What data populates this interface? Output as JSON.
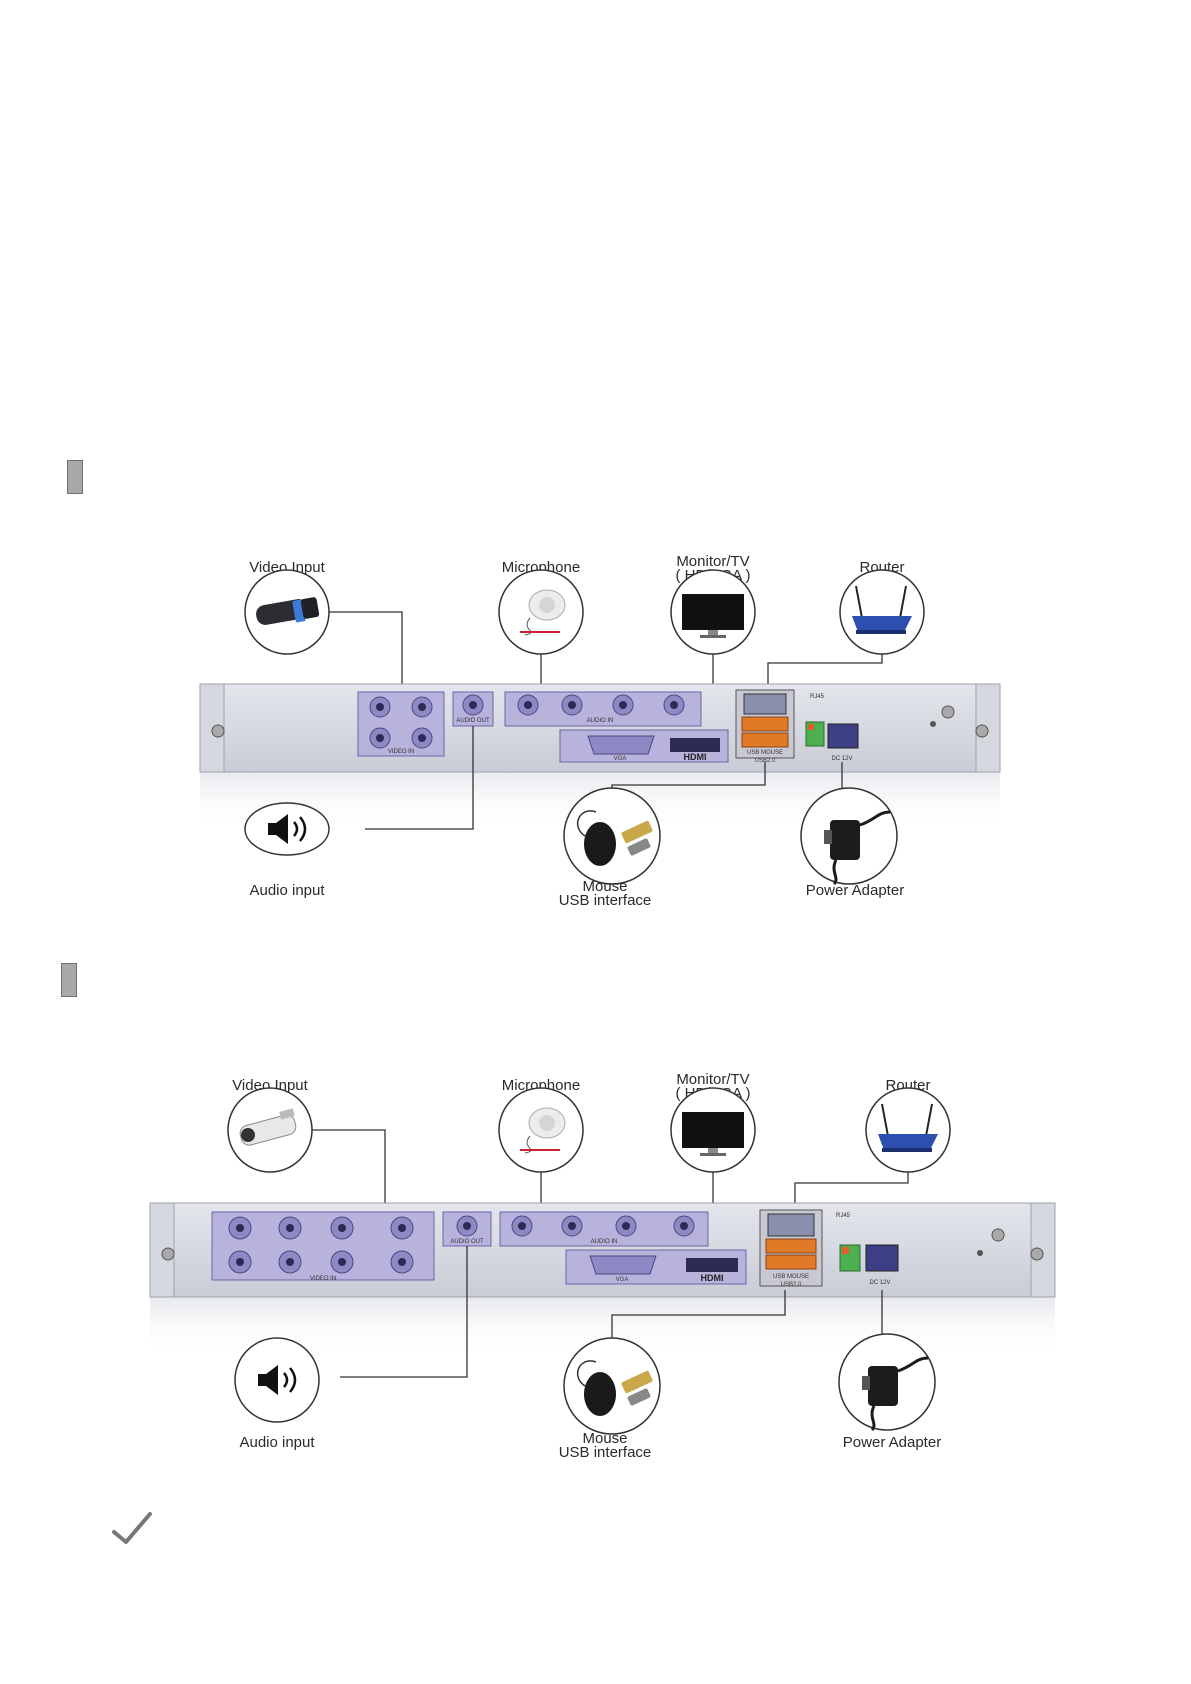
{
  "diagrams": [
    {
      "labels": {
        "video_input": "Video Input",
        "microphone": "Microphone",
        "monitor_line1": "Monitor/TV",
        "monitor_line2": "( HD/VGA )",
        "router": "Router",
        "audio_input": "Audio input",
        "mouse_line1": "Mouse",
        "mouse_line2": "USB interface",
        "power_adapter": "Power Adapter"
      },
      "panel_text": {
        "video_in": "VIDEO IN",
        "audio_out": "AUDIO OUT",
        "audio_in": "AUDIO IN",
        "vga": "VGA",
        "hdmi": "HDMI",
        "rj45": "RJ45",
        "usb_mouse": "USB MOUSE",
        "usb": "USB2.0",
        "dc": "DC 12V"
      }
    },
    {
      "labels": {
        "video_input": "Video Input",
        "microphone": "Microphone",
        "monitor_line1": "Monitor/TV",
        "monitor_line2": "( HD/VGA )",
        "router": "Router",
        "audio_input": "Audio input",
        "mouse_line1": "Mouse",
        "mouse_line2": "USB interface",
        "power_adapter": "Power Adapter"
      },
      "panel_text": {
        "video_in": "VIDEO IN",
        "audio_out": "AUDIO OUT",
        "audio_in": "AUDIO IN",
        "vga": "VGA",
        "hdmi": "HDMI",
        "rj45": "RJ45",
        "usb_mouse": "USB MOUSE",
        "usb": "USB2.0",
        "dc": "DC 12V"
      }
    }
  ],
  "icons": [
    "section-marker-icon",
    "checkmark-icon",
    "camera-icon",
    "microphone-icon",
    "monitor-icon",
    "router-icon",
    "speaker-icon",
    "mouse-icon",
    "power-adapter-icon"
  ]
}
